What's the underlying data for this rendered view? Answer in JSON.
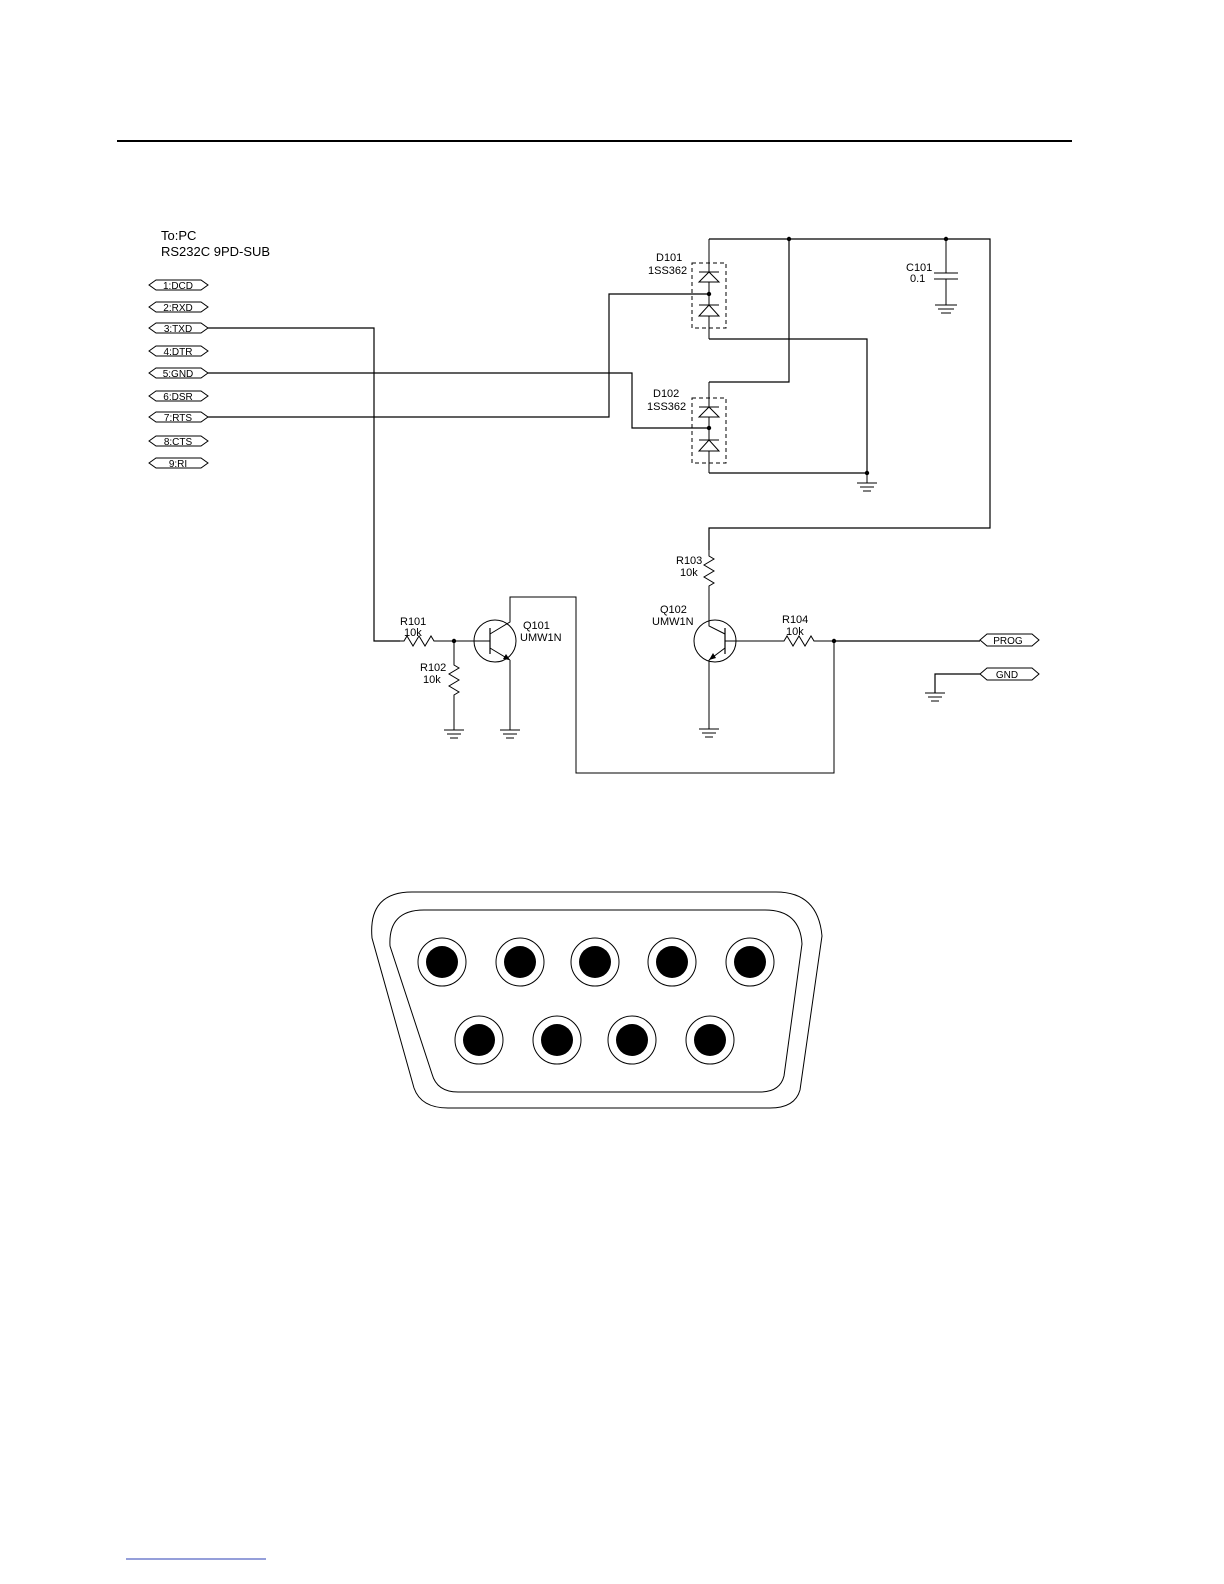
{
  "header_title": "To:PC",
  "header_subtitle": "RS232C  9PD-SUB",
  "connector_pins": [
    {
      "label": "1:DCD"
    },
    {
      "label": "2:RXD"
    },
    {
      "label": "3:TXD"
    },
    {
      "label": "4:DTR"
    },
    {
      "label": "5:GND"
    },
    {
      "label": "6:DSR"
    },
    {
      "label": "7:RTS"
    },
    {
      "label": "8:CTS"
    },
    {
      "label": "9:RI"
    }
  ],
  "components": {
    "d101": {
      "ref": "D101",
      "value": "1SS362"
    },
    "d102": {
      "ref": "D102",
      "value": "1SS362"
    },
    "c101": {
      "ref": "C101",
      "value": "0.1"
    },
    "r101": {
      "ref": "R101",
      "value": "10k"
    },
    "r102": {
      "ref": "R102",
      "value": "10k"
    },
    "r103": {
      "ref": "R103",
      "value": "10k"
    },
    "r104": {
      "ref": "R104",
      "value": "10k"
    },
    "q101": {
      "ref": "Q101",
      "value": "UMW1N"
    },
    "q102": {
      "ref": "Q102",
      "value": "UMW1N"
    }
  },
  "outputs": {
    "prog": "PROG",
    "gnd": "GND"
  },
  "colors": {
    "line": "#000000",
    "background": "#ffffff",
    "footer_rule": "#2b3fb5"
  }
}
